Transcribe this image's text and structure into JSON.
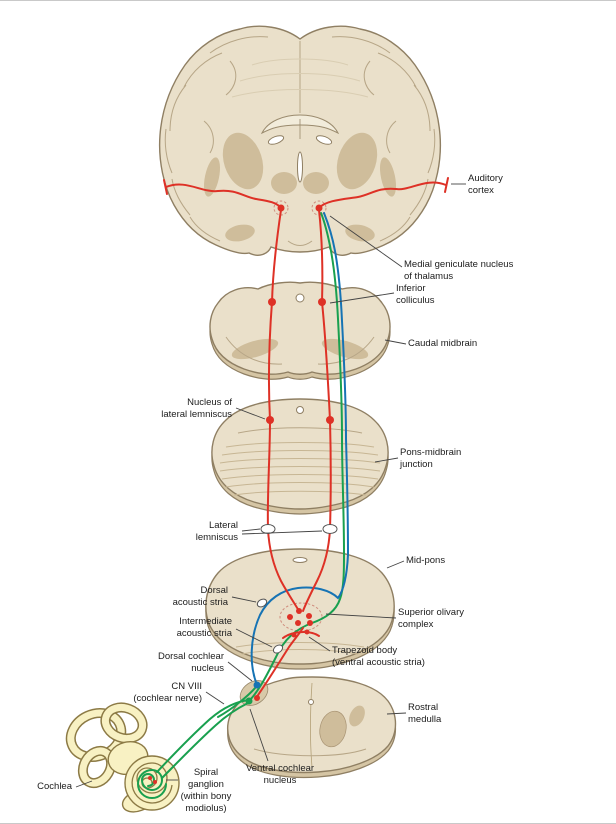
{
  "colors": {
    "pathway_red": "#de3126",
    "pathway_green": "#19a04f",
    "pathway_blue": "#1673b4",
    "section_fill": "#eae0ca",
    "section_side": "#d5c5a4",
    "section_edge": "#8f7f63",
    "inner_structure": "#cfbd9b",
    "cochlea_fill": "#f8f1c3",
    "background": "#ffffff",
    "label_text": "#1c1c1c"
  },
  "labels": {
    "auditory_cortex": "Auditory\ncortex",
    "medial_geniculate_nucleus": "Medial geniculate nucleus\nof thalamus",
    "inferior_colliculus": "Inferior\ncolliculus",
    "caudal_midbrain": "Caudal midbrain",
    "nucleus_of_lateral_lemniscus": "Nucleus of\nlateral lemniscus",
    "pons_midbrain_junction": "Pons-midbrain\njunction",
    "lateral_lemniscus": "Lateral\nlemniscus",
    "mid_pons": "Mid-pons",
    "dorsal_acoustic_stria": "Dorsal\nacoustic stria",
    "superior_olivary_complex": "Superior olivary\ncomplex",
    "intermediate_acoustic_stria": "Intermediate\nacoustic stria",
    "trapezoid_body": "Trapezoid body\n(ventral acoustic stria)",
    "dorsal_cochlear_nucleus": "Dorsal cochlear\nnucleus",
    "cn_viii": "CN VIII\n(cochlear nerve)",
    "rostral_medulla": "Rostral\nmedulla",
    "cochlea": "Cochlea",
    "spiral_ganglion": "Spiral\nganglion\n(within bony\nmodiolus)",
    "ventral_cochlear_nucleus": "Ventral cochlear\nnucleus"
  }
}
